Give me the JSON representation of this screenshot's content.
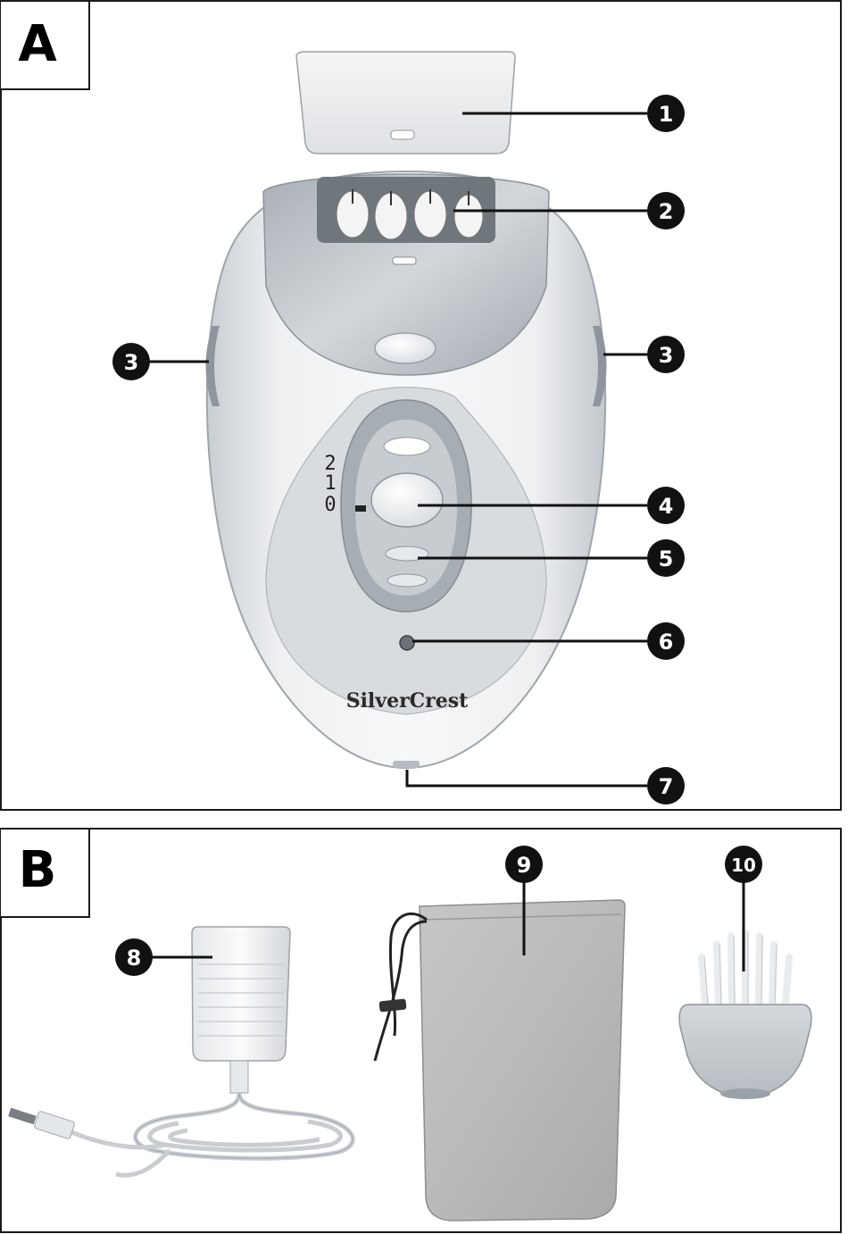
{
  "panels": {
    "a": {
      "label": "A"
    },
    "b": {
      "label": "B"
    }
  },
  "device": {
    "brand": "SilverCrest",
    "scale": [
      "2",
      "1",
      "0"
    ]
  },
  "callouts": {
    "c1": "1",
    "c2": "2",
    "c3_left": "3",
    "c3_right": "3",
    "c4": "4",
    "c5": "5",
    "c6": "6",
    "c7": "7",
    "c8": "8",
    "c9": "9",
    "c10": "10"
  },
  "colors": {
    "frame": "#1a1a1a",
    "badge": "#111111",
    "device_body": "#e6e9ec",
    "device_silver": "#b8bec4",
    "pouch": "#bcbcbc"
  }
}
